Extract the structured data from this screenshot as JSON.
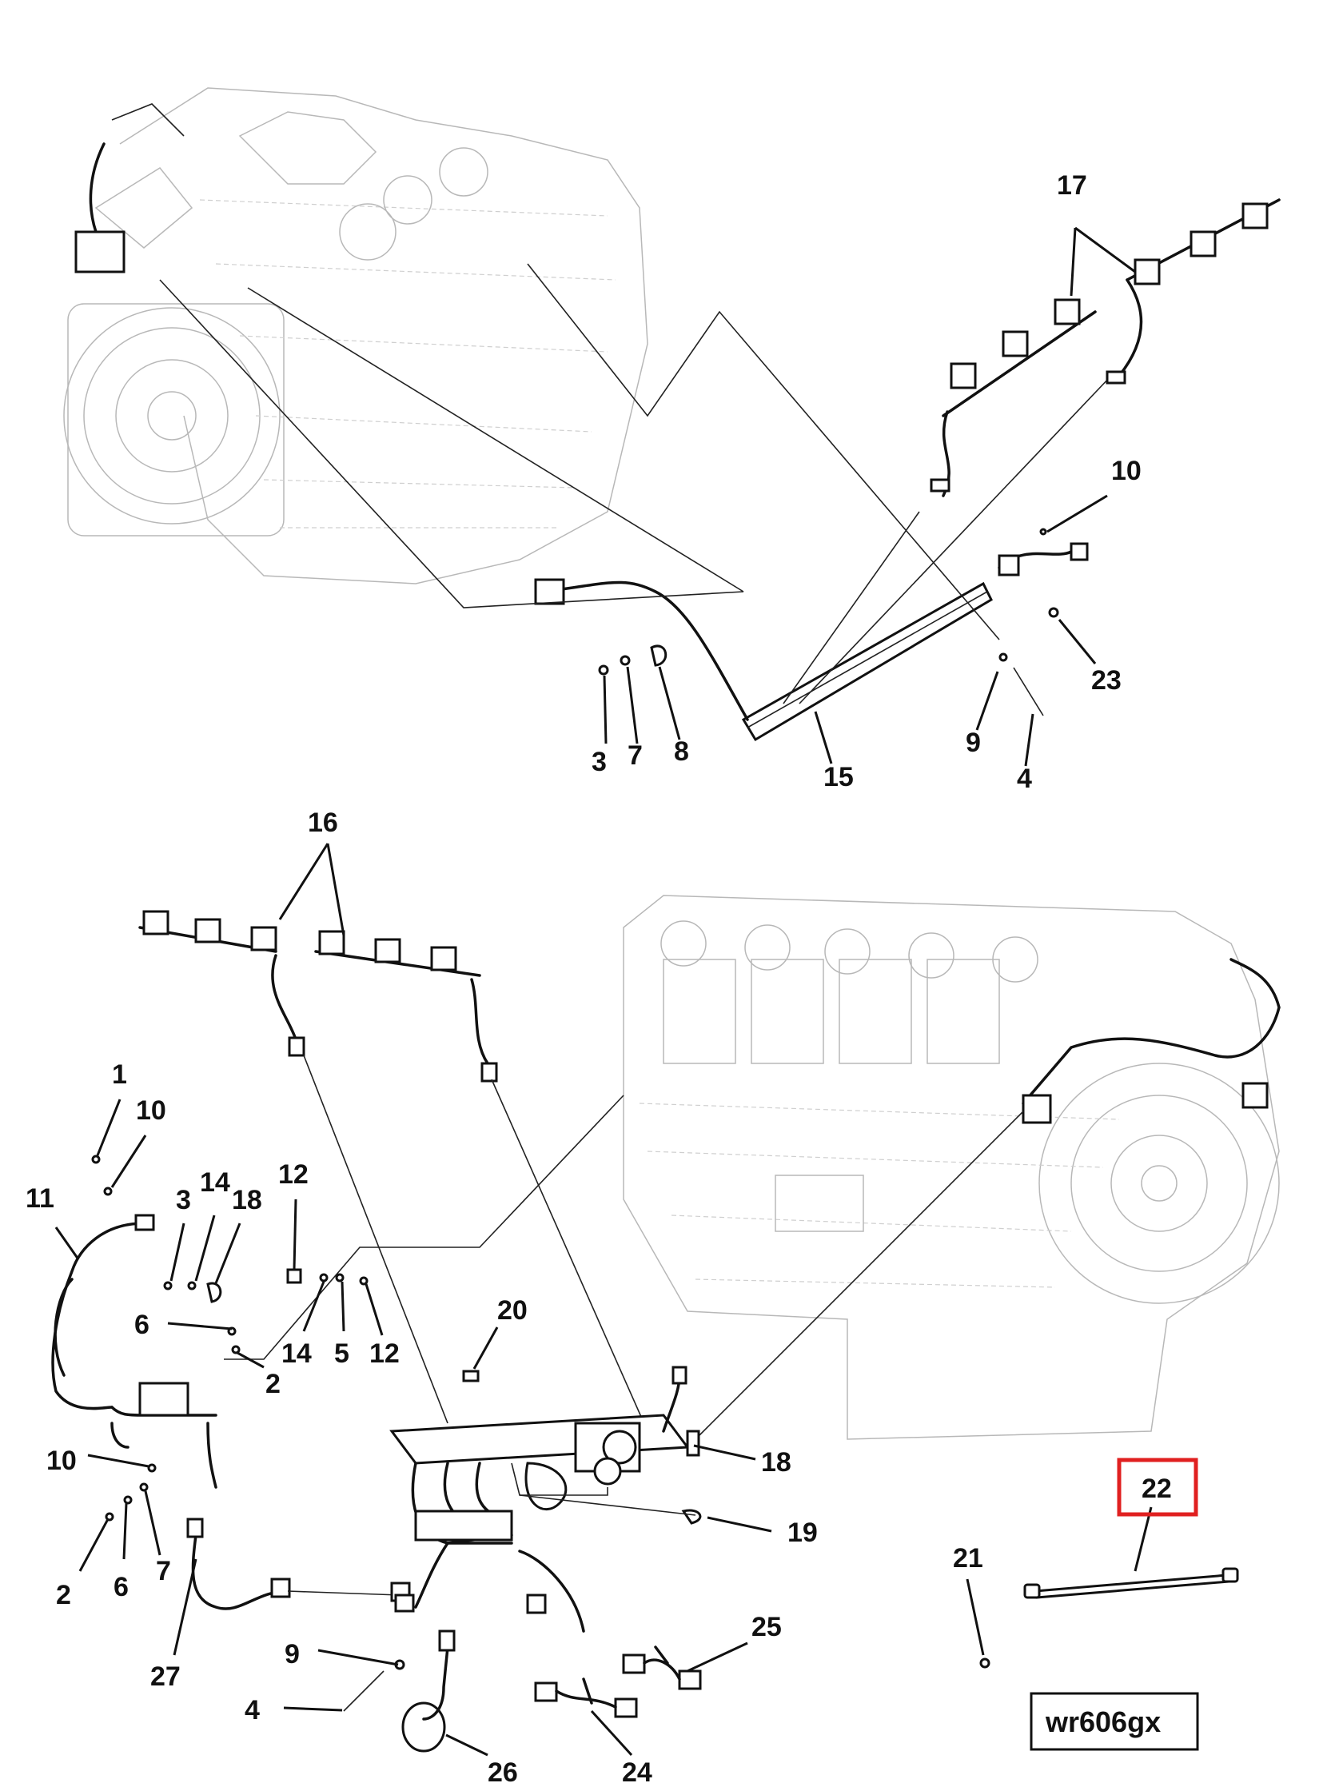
{
  "callouts": {
    "c17": "17",
    "c10a": "10",
    "c23": "23",
    "c3a": "3",
    "c7a": "7",
    "c8": "8",
    "c15": "15",
    "c9a": "9",
    "c4a": "4",
    "c16": "16",
    "c1": "1",
    "c10b": "10",
    "c11": "11",
    "c3b": "3",
    "c14a": "14",
    "c18a": "18",
    "c12a": "12",
    "c6a": "6",
    "c14b": "14",
    "c5": "5",
    "c12b": "12",
    "c2a": "2",
    "c20": "20",
    "c18b": "18",
    "c10c": "10",
    "c2b": "2",
    "c6b": "6",
    "c7b": "7",
    "c19": "19",
    "c27": "27",
    "c9b": "9",
    "c4b": "4",
    "c25": "25",
    "c21": "21",
    "c22": "22",
    "c26": "26",
    "c24": "24"
  },
  "highlight": {
    "callout": "22",
    "color": "#e02020"
  },
  "figure_id": "wr606gx"
}
